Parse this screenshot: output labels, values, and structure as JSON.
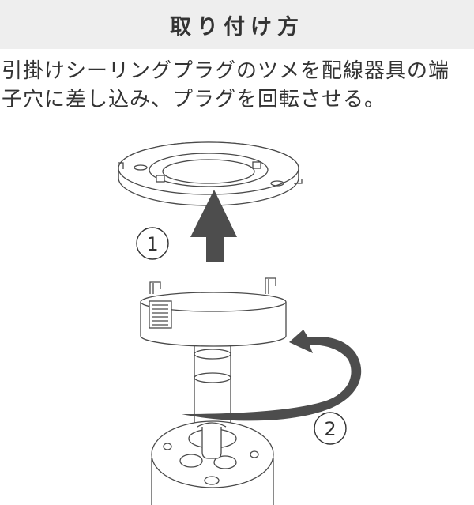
{
  "header": {
    "title": "取り付け方"
  },
  "instructions": {
    "line1": "引掛けシーリングプラグのツメを配線器具の端",
    "line2": "子穴に差し込み、プラグを回転させる。"
  },
  "steps": {
    "step1_label": "1",
    "step2_label": "2"
  },
  "colors": {
    "arrow": "#4d4d4d",
    "line": "#4a4a4a",
    "header_bg": "#eeeeee"
  }
}
